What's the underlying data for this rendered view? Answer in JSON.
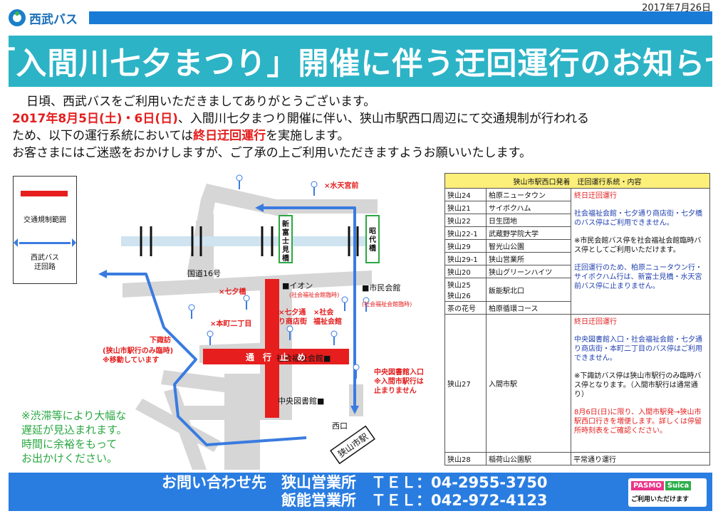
{
  "header": {
    "logo_text": "西武バス",
    "date": "2017年7月26日",
    "title": "「入間川七夕まつり」開催に伴う迂回運行のお知らせ"
  },
  "intro": {
    "line1": "日頃、西武バスをご利用いただきましてありがとうございます。",
    "dates": "2017年8月5日(土)・6日(日)",
    "line2b": "、入間川七夕まつり開催に伴い、狭山市駅西口周辺にて交通規制が行われる",
    "line3a": "ため、以下の運行系統においては",
    "line3_red": "終日迂回運行",
    "line3b": "を実施します。",
    "line4": "お客さまにはご迷惑をおかけしますが、ご了承の上ご利用いただきますようお願いいたします。"
  },
  "legend": {
    "restriction": "交通規制範囲",
    "detour_l1": "西武バス",
    "detour_l2": "迂回路"
  },
  "map": {
    "mizuten": "×水天宮前",
    "shinfuji_1": "新",
    "shinfuji_2": "富",
    "shinfuji_3": "士",
    "shinfuji_4": "見",
    "shinfuji_5": "橋",
    "showa_1": "昭",
    "showa_2": "代",
    "showa_3": "橋",
    "route16": "国道16号",
    "aeon": "■イオン",
    "aeon_sub": "(社会福祉会館臨時)",
    "shiminkaikan": "■市民会館",
    "shimin_sub": "(社会福祉会館臨時)",
    "tanabata_bashi": "×七夕橋",
    "tanabata_dori_1": "×七夕通",
    "tanabata_dori_2": "り商店街",
    "fukushi_1": "×社会",
    "fukushi_2": "福祉会館",
    "honcho": "×本町二丁目",
    "shimosuwa_1": "下諏訪",
    "shimosuwa_2": "(狭山市駅行のみ臨時)",
    "shimosuwa_3": "※移動しています",
    "tsukoudome": "通　行　止　め",
    "fukushi_kaikan": "社会福祉会館■",
    "chuo_toshokan": "中央図書館■",
    "chuo_iriguchi_1": "中央図書館入口",
    "chuo_iriguchi_2": "※入間市駅行は",
    "chuo_iriguchi_3": "止まりません",
    "nishiguchi": "西口",
    "station": "狭山市駅"
  },
  "green_note": {
    "l1": "※渋滞等により大幅な",
    "l2": "遅延が見込まれます。",
    "l3": "時間に余裕をもって",
    "l4": "お出かけください。"
  },
  "table": {
    "header": "狭山市駅西口発着　迂回運行系統・内容",
    "rows": [
      {
        "code": "狭山24",
        "dest": "柏原ニュータウン"
      },
      {
        "code": "狭山21",
        "dest": "サイボクハム"
      },
      {
        "code": "狭山22",
        "dest": "日生団地"
      },
      {
        "code": "狭山22-1",
        "dest": "武蔵野学院大学"
      },
      {
        "code": "狭山29",
        "dest": "智光山公園"
      },
      {
        "code": "狭山29-1",
        "dest": "狭山営業所"
      },
      {
        "code": "狭山20",
        "dest": "狭山グリーンハイツ"
      },
      {
        "code": "狭山25\n狭山26",
        "dest": "飯能駅北口"
      },
      {
        "code": "茶の花号",
        "dest": "柏原循環コース"
      },
      {
        "code": "狭山27",
        "dest": "入間市駅"
      },
      {
        "code": "狭山28",
        "dest": "稲荷山公園駅"
      }
    ],
    "note1": {
      "a": "終日迂回運行",
      "b": "社会福祉会館・七夕通り商店街・七夕橋のバス停はご利用できません。",
      "c": "※市民会館バス停を社会福祉会館臨時バス停としてご利用いただけます。",
      "d": "迂回運行のため、柏原ニュータウン行・サイボクハム行は、新富士見橋・水天宮前バス停に止まりません。"
    },
    "note2": {
      "a": "終日迂回運行",
      "b": "中央図書館入口・社会福祉会館・七夕通り商店街・本町二丁目のバス停はご利用できません。",
      "c": "※下諏訪バス停は狭山市駅行のみ臨時バス停となります。（入間市駅行は通常通り）",
      "d": "8月6日(日)に限り、入間市駅発→狭山市駅西口行きを増便します。詳しくは停留所時刻表をご確認ください。"
    },
    "note3": "平常通り運行"
  },
  "footer": {
    "line1": "お問い合わせ先　狭山営業所　ＴＥＬ：04-2955-3750",
    "line2": "　　　　　　　　飯能営業所　ＴＥＬ：042-972-4123",
    "pasmo": "PASMO",
    "suica": "Suica",
    "usable": "ご利用いただけます"
  },
  "colors": {
    "title_band": "#2cb3c6",
    "accent_blue": "#1a7bd6",
    "restriction_red": "#e61e1e",
    "detour_blue": "#3a7be0",
    "note_green": "#2aa843",
    "table_header": "#fcef7a"
  }
}
